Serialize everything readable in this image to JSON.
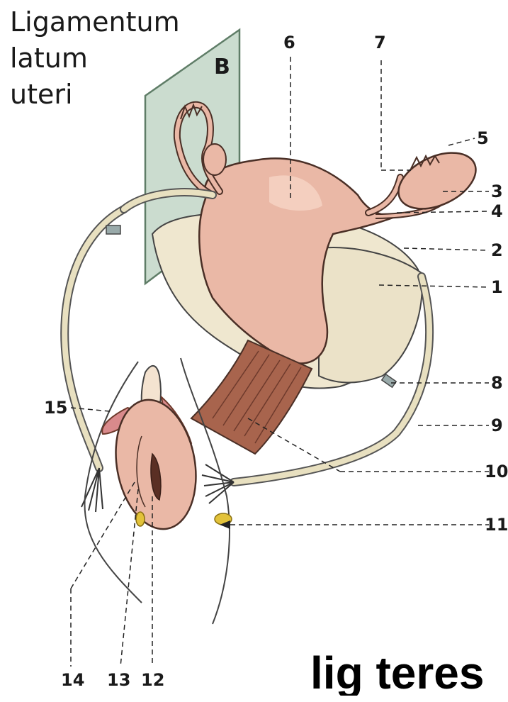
{
  "figure": {
    "title_lines": [
      "Ligamentum",
      "latum",
      "uteri"
    ],
    "plane_letter": "B",
    "callouts": [
      "1",
      "2",
      "3",
      "4",
      "5",
      "6",
      "7",
      "8",
      "9",
      "10",
      "11",
      "12",
      "13",
      "14",
      "15"
    ],
    "caption": "lig teres"
  }
}
